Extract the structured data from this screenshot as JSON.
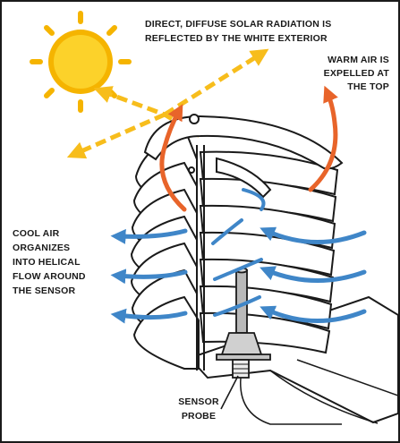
{
  "labels": {
    "solar_line1": "DIRECT, DIFFUSE SOLAR RADIATION IS",
    "solar_line2": "REFLECTED BY THE WHITE EXTERIOR",
    "warm_line1": "WARM AIR IS",
    "warm_line2": "EXPELLED AT",
    "warm_line3": "THE TOP",
    "cool_line1": "COOL AIR",
    "cool_line2": "ORGANIZES",
    "cool_line3": "INTO HELICAL",
    "cool_line4": "FLOW AROUND",
    "cool_line5": "THE SENSOR",
    "probe_line1": "SENSOR",
    "probe_line2": "PROBE"
  },
  "colors": {
    "sun": "#f5b400",
    "sun_core": "#fcd22a",
    "solar_arrow": "#f7bd1c",
    "warm_arrow": "#e8642a",
    "cool_arrow": "#3f86c8",
    "shield_stroke": "#1a1a1a",
    "shield_fill": "#ffffff",
    "probe": "#b9b9b9"
  },
  "icons": {
    "sun": "sun-icon",
    "cool": "cool-air-arrow-icon",
    "warm": "warm-air-arrow-icon",
    "solar": "reflected-radiation-arrow-icon"
  }
}
